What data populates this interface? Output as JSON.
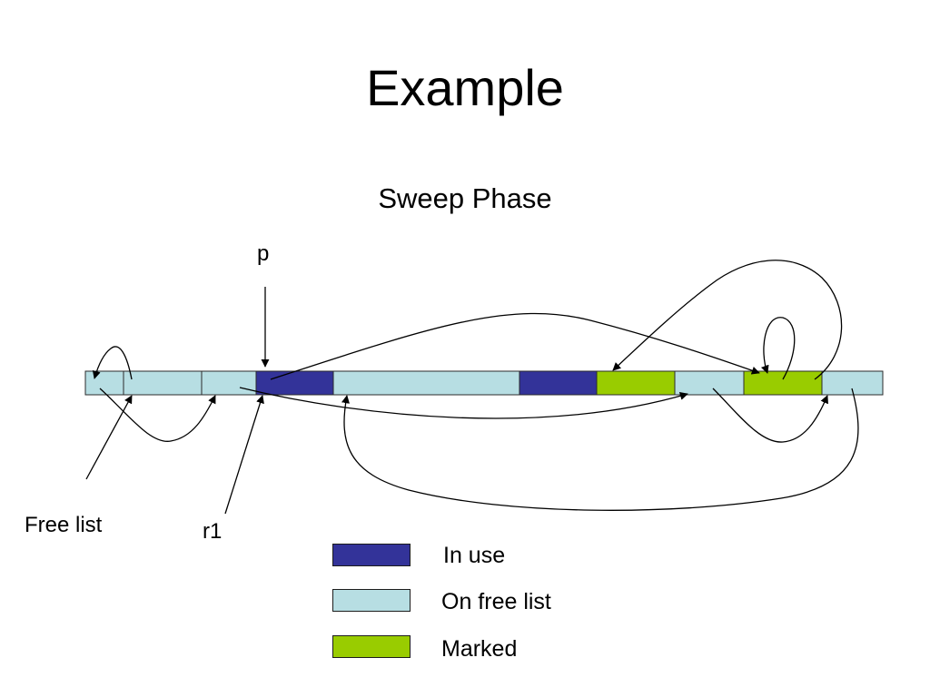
{
  "title": "Example",
  "subtitle": "Sweep Phase",
  "labels": {
    "p": "p",
    "free_list": "Free list",
    "r1": "r1"
  },
  "colors": {
    "in_use": "#333399",
    "on_free_list": "#b7dee3",
    "marked": "#99cc00",
    "stroke": "#000000"
  },
  "legend": [
    {
      "name": "in-use",
      "label": "In use",
      "color": "#333399"
    },
    {
      "name": "on-free-list",
      "label": "On free list",
      "color": "#b7dee3"
    },
    {
      "name": "marked",
      "label": "Marked",
      "color": "#99cc00"
    }
  ],
  "heap_blocks": [
    {
      "state": "on_free_list"
    },
    {
      "state": "on_free_list"
    },
    {
      "state": "on_free_list"
    },
    {
      "state": "in_use"
    },
    {
      "state": "on_free_list"
    },
    {
      "state": "in_use"
    },
    {
      "state": "marked"
    },
    {
      "state": "on_free_list"
    },
    {
      "state": "marked"
    },
    {
      "state": "on_free_list"
    }
  ]
}
